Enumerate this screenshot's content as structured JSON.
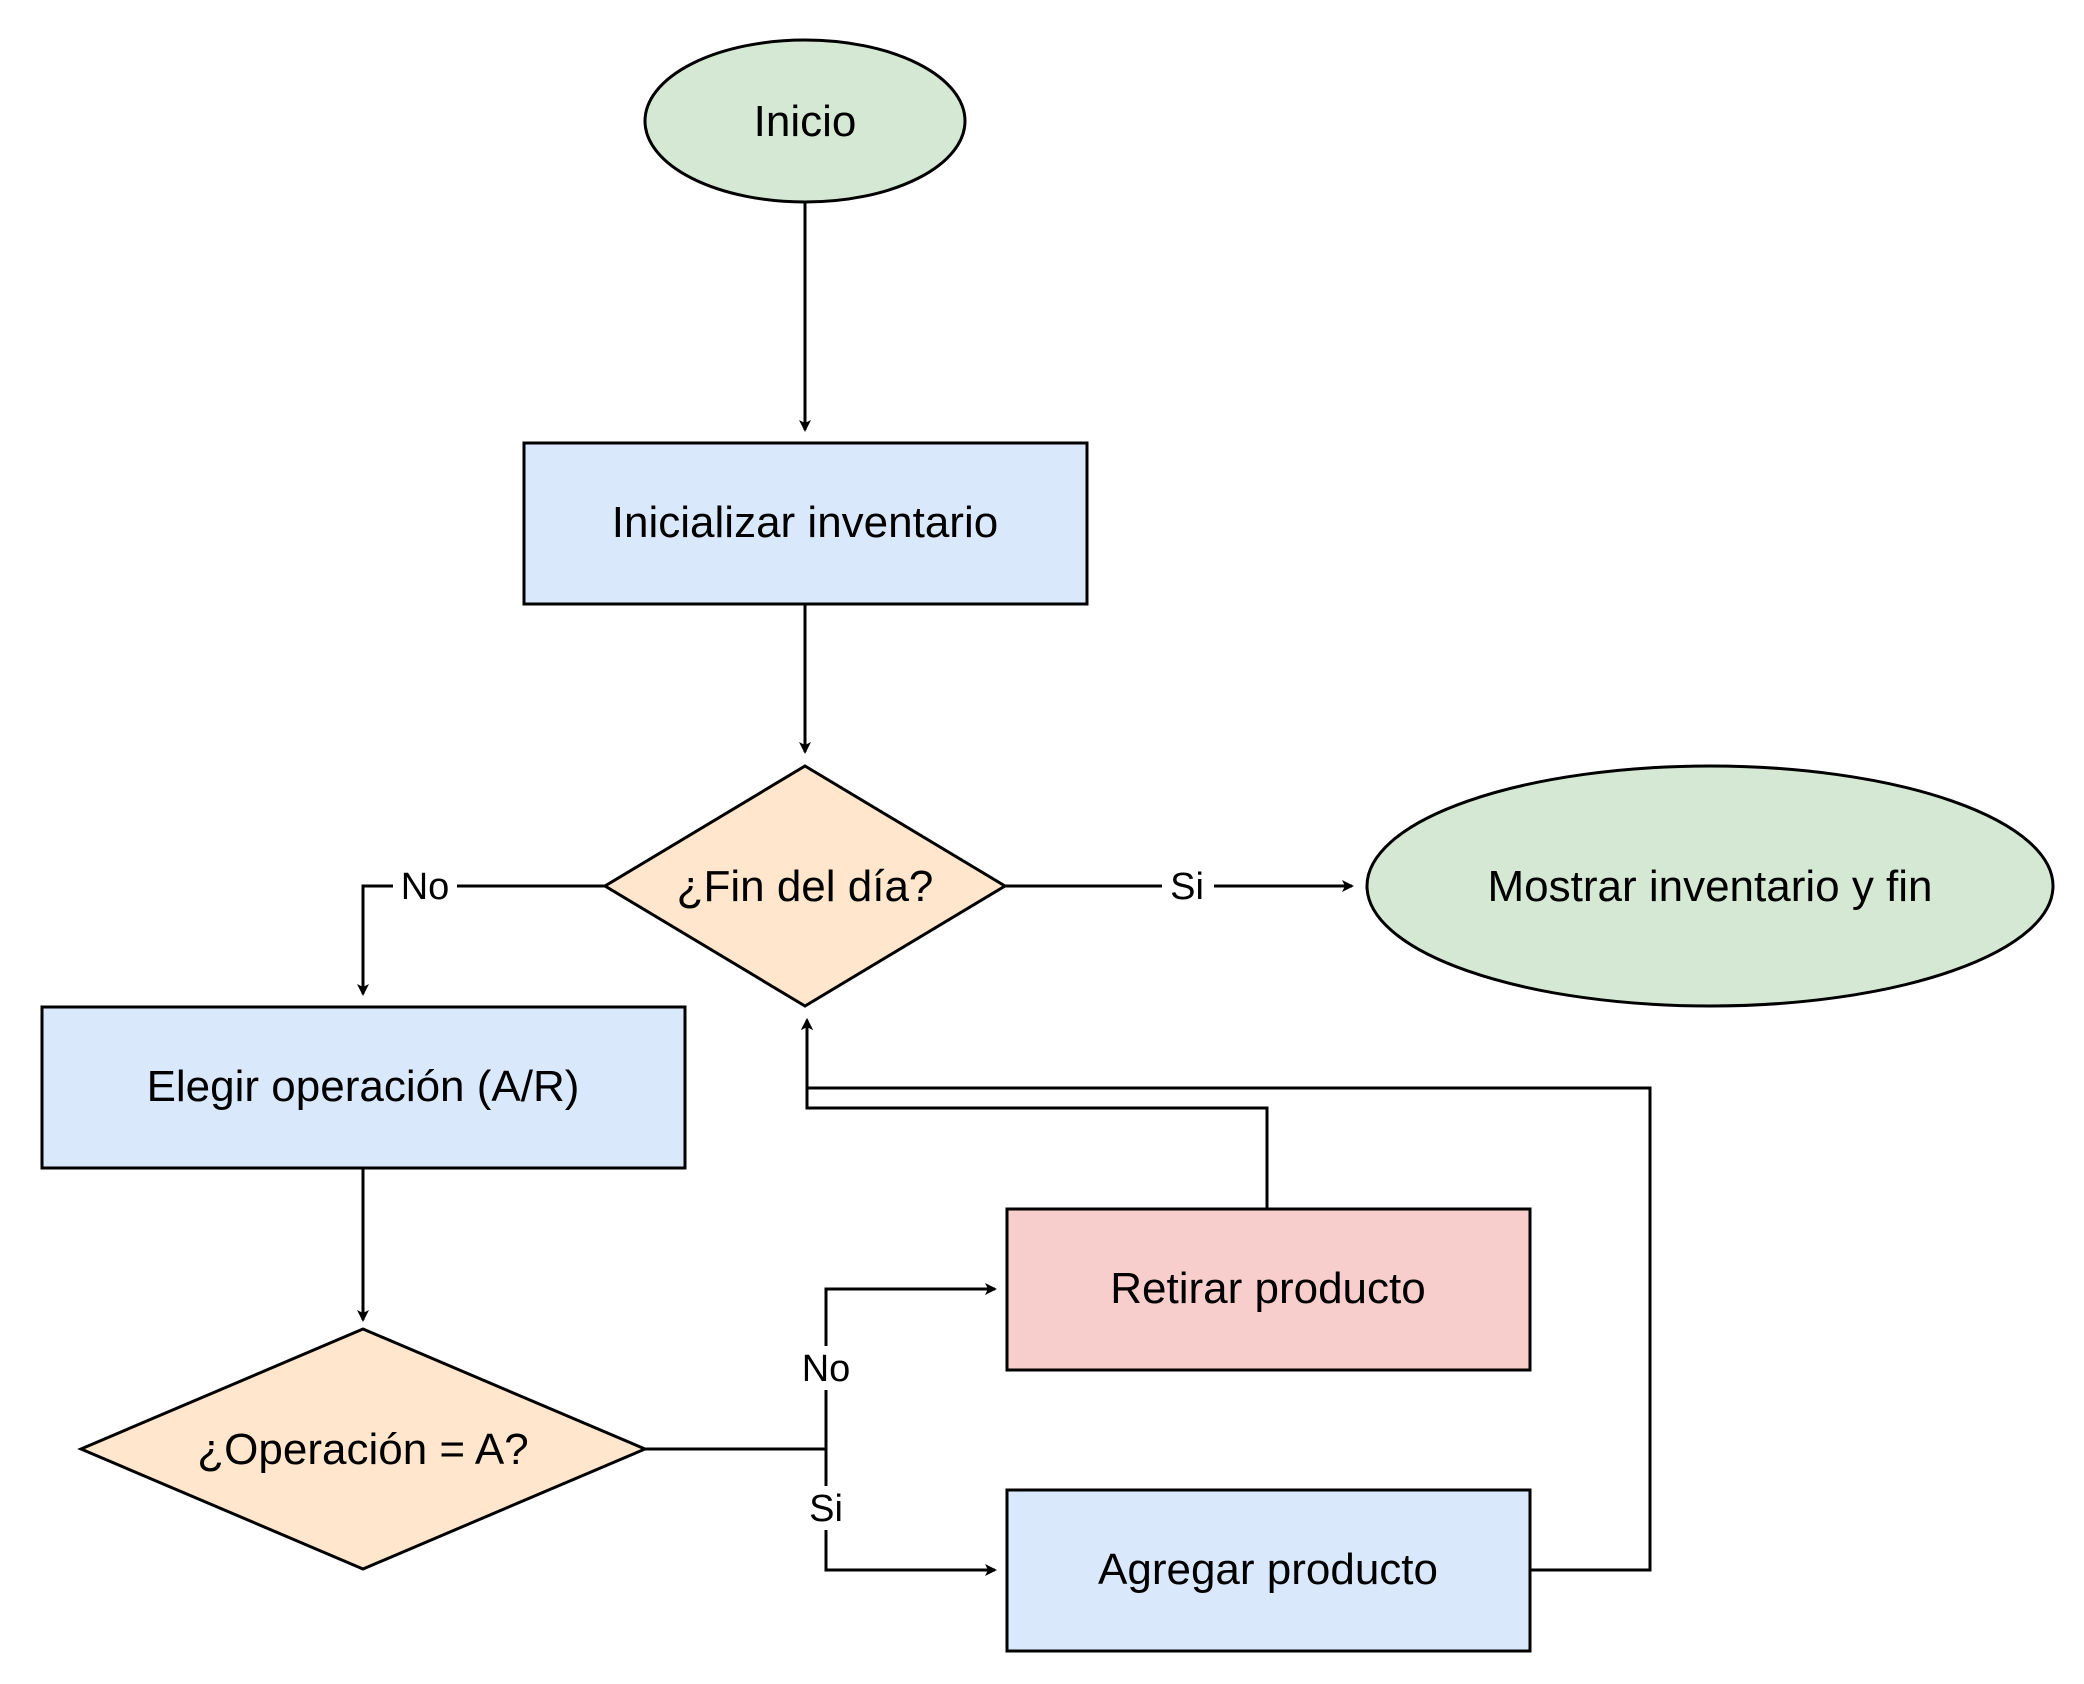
{
  "colors": {
    "terminal": "#d5e8d4",
    "process": "#dae8fc",
    "decision": "#ffe6cc",
    "remove": "#f8cecc",
    "stroke": "#000000"
  },
  "nodes": {
    "inicio": "Inicio",
    "inicializar": "Inicializar inventario",
    "fin_dia": "¿Fin del día?",
    "mostrar": "Mostrar inventario y fin",
    "elegir": "Elegir operación (A/R)",
    "operacion": "¿Operación = A?",
    "retirar": "Retirar producto",
    "agregar": "Agregar producto"
  },
  "edge_labels": {
    "fin_no": "No",
    "fin_si": "Si",
    "op_no": "No",
    "op_si": "Si"
  }
}
